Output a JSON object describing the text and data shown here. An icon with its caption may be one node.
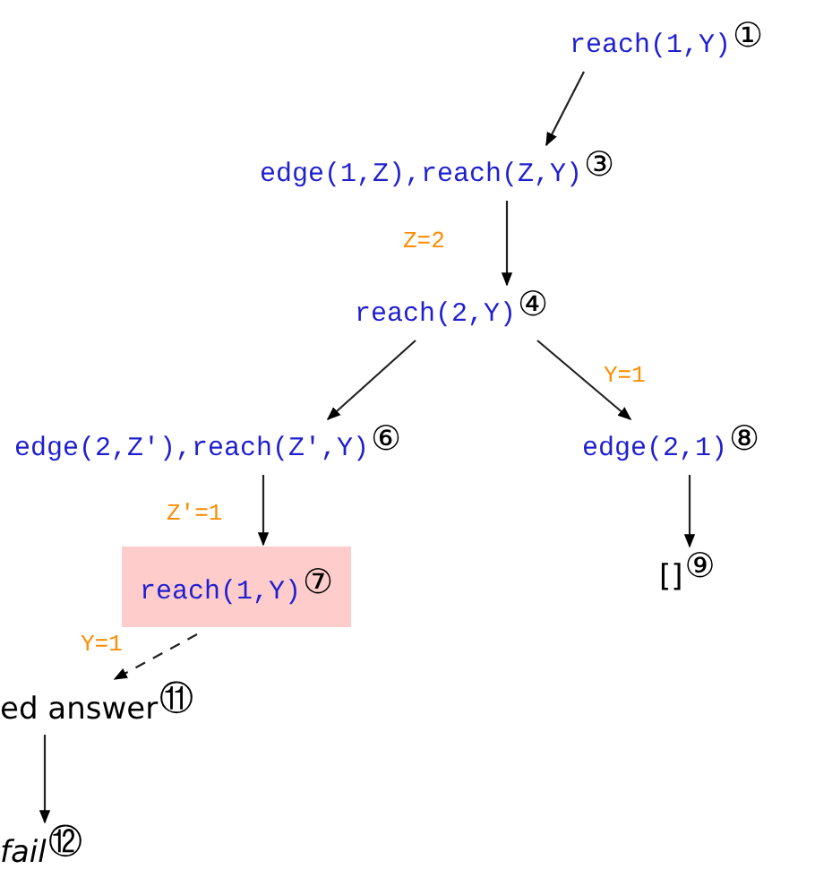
{
  "diagram": {
    "nodes": [
      {
        "text": [
          "reach(1,Y)"
        ],
        "beside": [
          "①"
        ]
      },
      {
        "text": [
          "edge(1,Z),reach(Z,Y)"
        ],
        "beside": [
          "③"
        ]
      },
      {
        "text": [
          "reach(2,Y)"
        ],
        "beside": [
          "④"
        ]
      },
      {
        "text": [
          "edge(2,Z'),reach(Z',Y)"
        ],
        "beside": [
          "⑥"
        ]
      },
      {
        "text": [
          "edge(2,1)"
        ],
        "beside": [
          "⑧"
        ]
      },
      {
        "text": [
          "reach(1,Y)",
          "⑦"
        ]
      },
      {
        "text": [
          "[]"
        ],
        "beside": [
          "⑨"
        ]
      },
      {
        "text": [
          "ed answer"
        ],
        "beside": [
          "⑪"
        ]
      },
      {
        "text": [
          "fail"
        ],
        "beside": [
          "⑫"
        ]
      }
    ],
    "edges": [
      {
        "from": 0,
        "to": 1,
        "arrow": "to"
      },
      {
        "from": 1,
        "to": 2,
        "arrow": "to",
        "label": "Z=2"
      },
      {
        "from": 2,
        "to": 3,
        "arrow": "to"
      },
      {
        "from": 2,
        "to": 4,
        "arrow": "to",
        "label": "Y=1"
      },
      {
        "from": 3,
        "to": 5,
        "arrow": "to",
        "label": "Z'=1"
      },
      {
        "from": 4,
        "to": 6,
        "arrow": "to"
      },
      {
        "from": 5,
        "to": 7,
        "arrow": "to",
        "label": "Y=1",
        "style": "dashed"
      },
      {
        "from": 7,
        "to": 8,
        "arrow": "to"
      }
    ]
  }
}
